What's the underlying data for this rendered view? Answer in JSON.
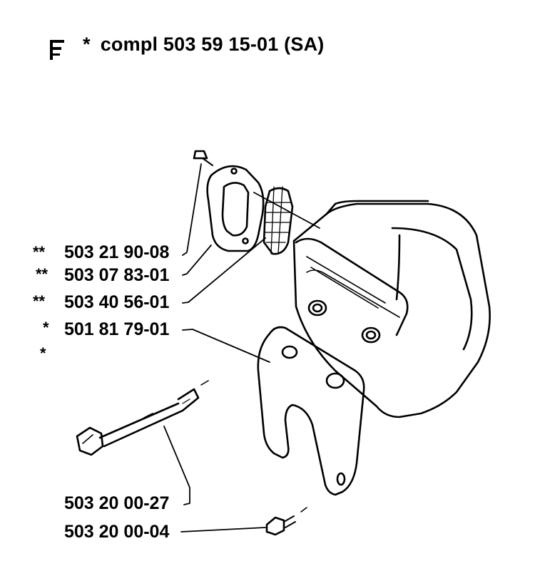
{
  "header": {
    "star": "*",
    "text": "compl  503 59 15-01 (SA)",
    "icon": "wrench-fork-symbol"
  },
  "callouts": [
    {
      "marker": "**",
      "part": "503 21 90-08"
    },
    {
      "marker": "**",
      "part": "503 07 83-01"
    },
    {
      "marker": "**",
      "part": "503 40 56-01"
    },
    {
      "marker": "*",
      "part": "501 81 79-01"
    },
    {
      "marker": "*",
      "part": ""
    },
    {
      "marker": "",
      "part": "503 20 00-27"
    },
    {
      "marker": "",
      "part": "503 20 00-04"
    }
  ],
  "icons": [
    "screw-icon",
    "flange-gasket-icon",
    "spark-screen-icon",
    "muffler-icon",
    "bracket-plate-icon",
    "bolt-icon",
    "small-screw-icon"
  ]
}
